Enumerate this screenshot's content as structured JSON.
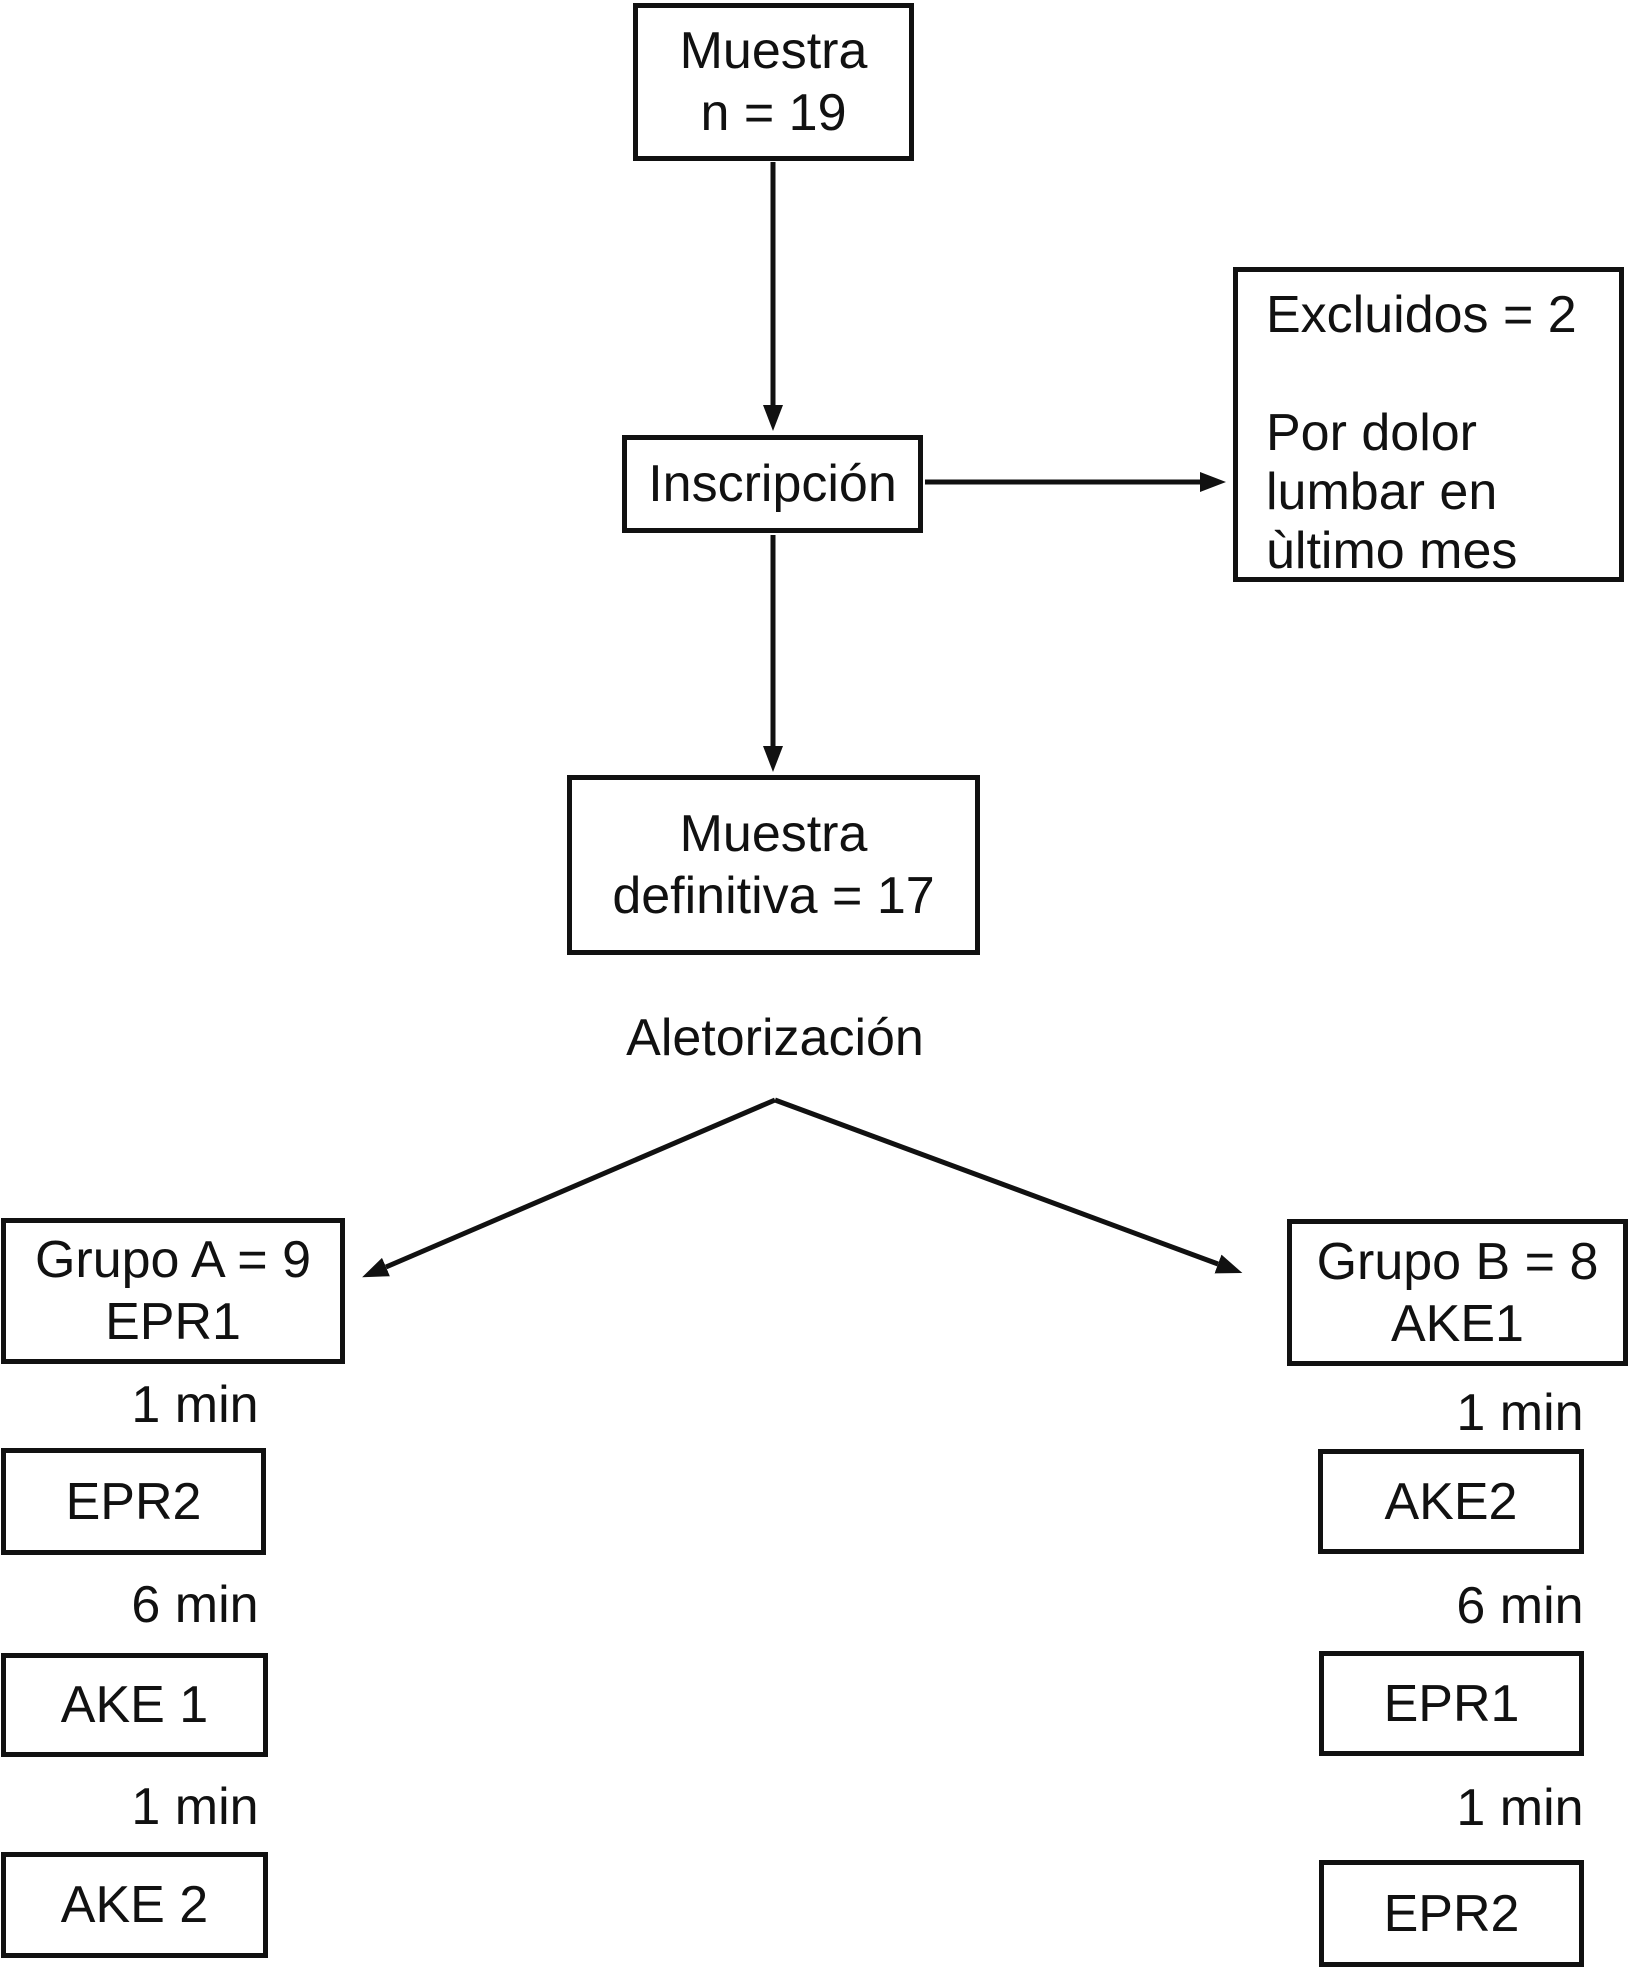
{
  "flow": {
    "sample": {
      "line1": "Muestra",
      "line2": "n = 19"
    },
    "enrollment": {
      "label": "Inscripción"
    },
    "excluded": {
      "title": "Excluidos = 2",
      "reason_line1": "Por dolor",
      "reason_line2": "lumbar en",
      "reason_line3": "ùltimo mes"
    },
    "final_sample": {
      "line1": "Muestra",
      "line2": "definitiva = 17"
    },
    "randomization": {
      "label": "Aletorización"
    },
    "group_a": {
      "line1": "Grupo A = 9",
      "line2": "EPR1",
      "interval1": "1 min",
      "step1": "EPR2",
      "interval2": "6 min",
      "step2": "AKE 1",
      "interval3": "1 min",
      "step3": "AKE 2"
    },
    "group_b": {
      "line1": "Grupo B = 8",
      "line2": "AKE1",
      "interval1": "1 min",
      "step1": "AKE2",
      "interval2": "6 min",
      "step2": "EPR1",
      "interval3": "1 min",
      "step3": "EPR2"
    },
    "colors": {
      "ink": "#111111",
      "background": "#ffffff"
    }
  }
}
